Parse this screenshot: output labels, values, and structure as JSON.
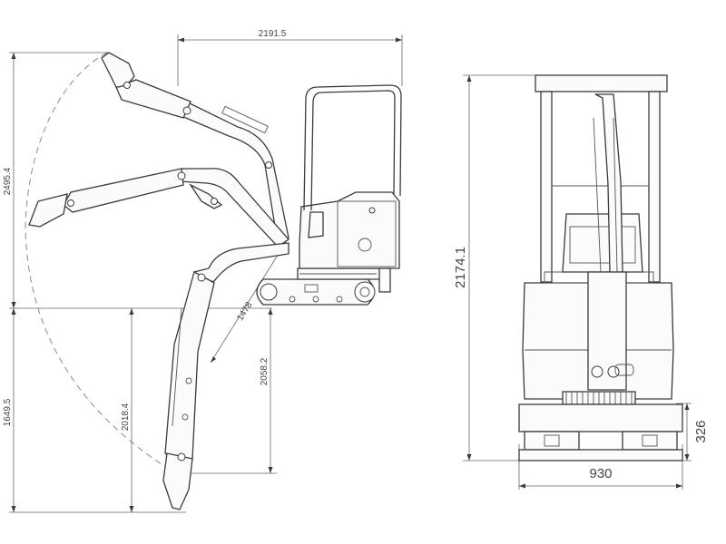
{
  "dimensions": {
    "width_top": "2191.5",
    "reach_height": "2495.4",
    "dig_depth_left": "1649.5",
    "dig_depth_mid": "2018.4",
    "dig_depth_right": "2058.2",
    "boom_radius": "1478",
    "overall_height": "2174.1",
    "track_height": "326",
    "track_width": "930"
  },
  "colors": {
    "line": "#3a3a3a",
    "dimension": "#666666",
    "background": "#ffffff"
  }
}
